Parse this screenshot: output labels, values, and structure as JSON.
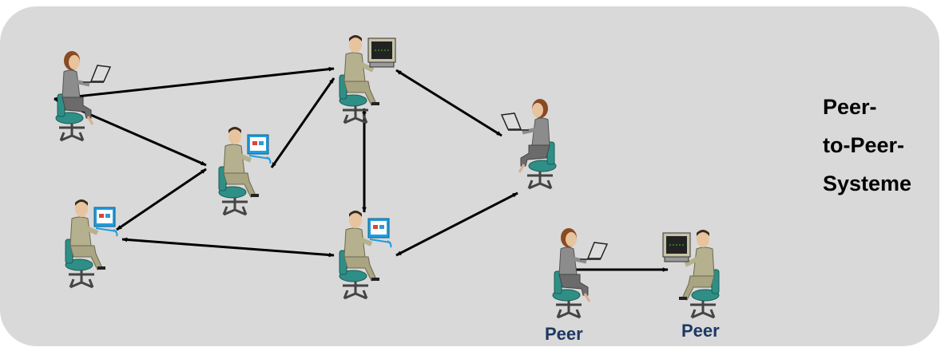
{
  "title_lines": [
    "Peer-",
    "to-Peer-",
    "Systeme"
  ],
  "legend": {
    "left_label": "Peer",
    "right_label": "Peer"
  },
  "nodes": [
    {
      "name": "woman-laptop-top-left",
      "kind": "woman-laptop"
    },
    {
      "name": "man-desktop-top",
      "kind": "man-desktop"
    },
    {
      "name": "man-monitor-middle-left",
      "kind": "man-monitor"
    },
    {
      "name": "man-monitor-bottom-left",
      "kind": "man-monitor"
    },
    {
      "name": "man-monitor-bottom-center",
      "kind": "man-monitor"
    },
    {
      "name": "woman-laptop-right",
      "kind": "woman-laptop"
    }
  ],
  "connections": [
    {
      "from": "woman-laptop-top-left",
      "to": "man-desktop-top"
    },
    {
      "from": "woman-laptop-top-left",
      "to": "man-monitor-middle-left"
    },
    {
      "from": "man-monitor-middle-left",
      "to": "man-desktop-top"
    },
    {
      "from": "man-monitor-middle-left",
      "to": "man-monitor-bottom-left"
    },
    {
      "from": "man-monitor-bottom-left",
      "to": "man-monitor-bottom-center"
    },
    {
      "from": "man-desktop-top",
      "to": "man-monitor-bottom-center"
    },
    {
      "from": "man-desktop-top",
      "to": "woman-laptop-right"
    },
    {
      "from": "woman-laptop-right",
      "to": "man-monitor-bottom-center"
    }
  ],
  "colors": {
    "panel": "#d9d9d9",
    "label": "#1f3864",
    "suit": "#b5b18e",
    "chair": "#2f8f86",
    "screen_blue": "#1e9de0",
    "arrow": "#000000"
  }
}
